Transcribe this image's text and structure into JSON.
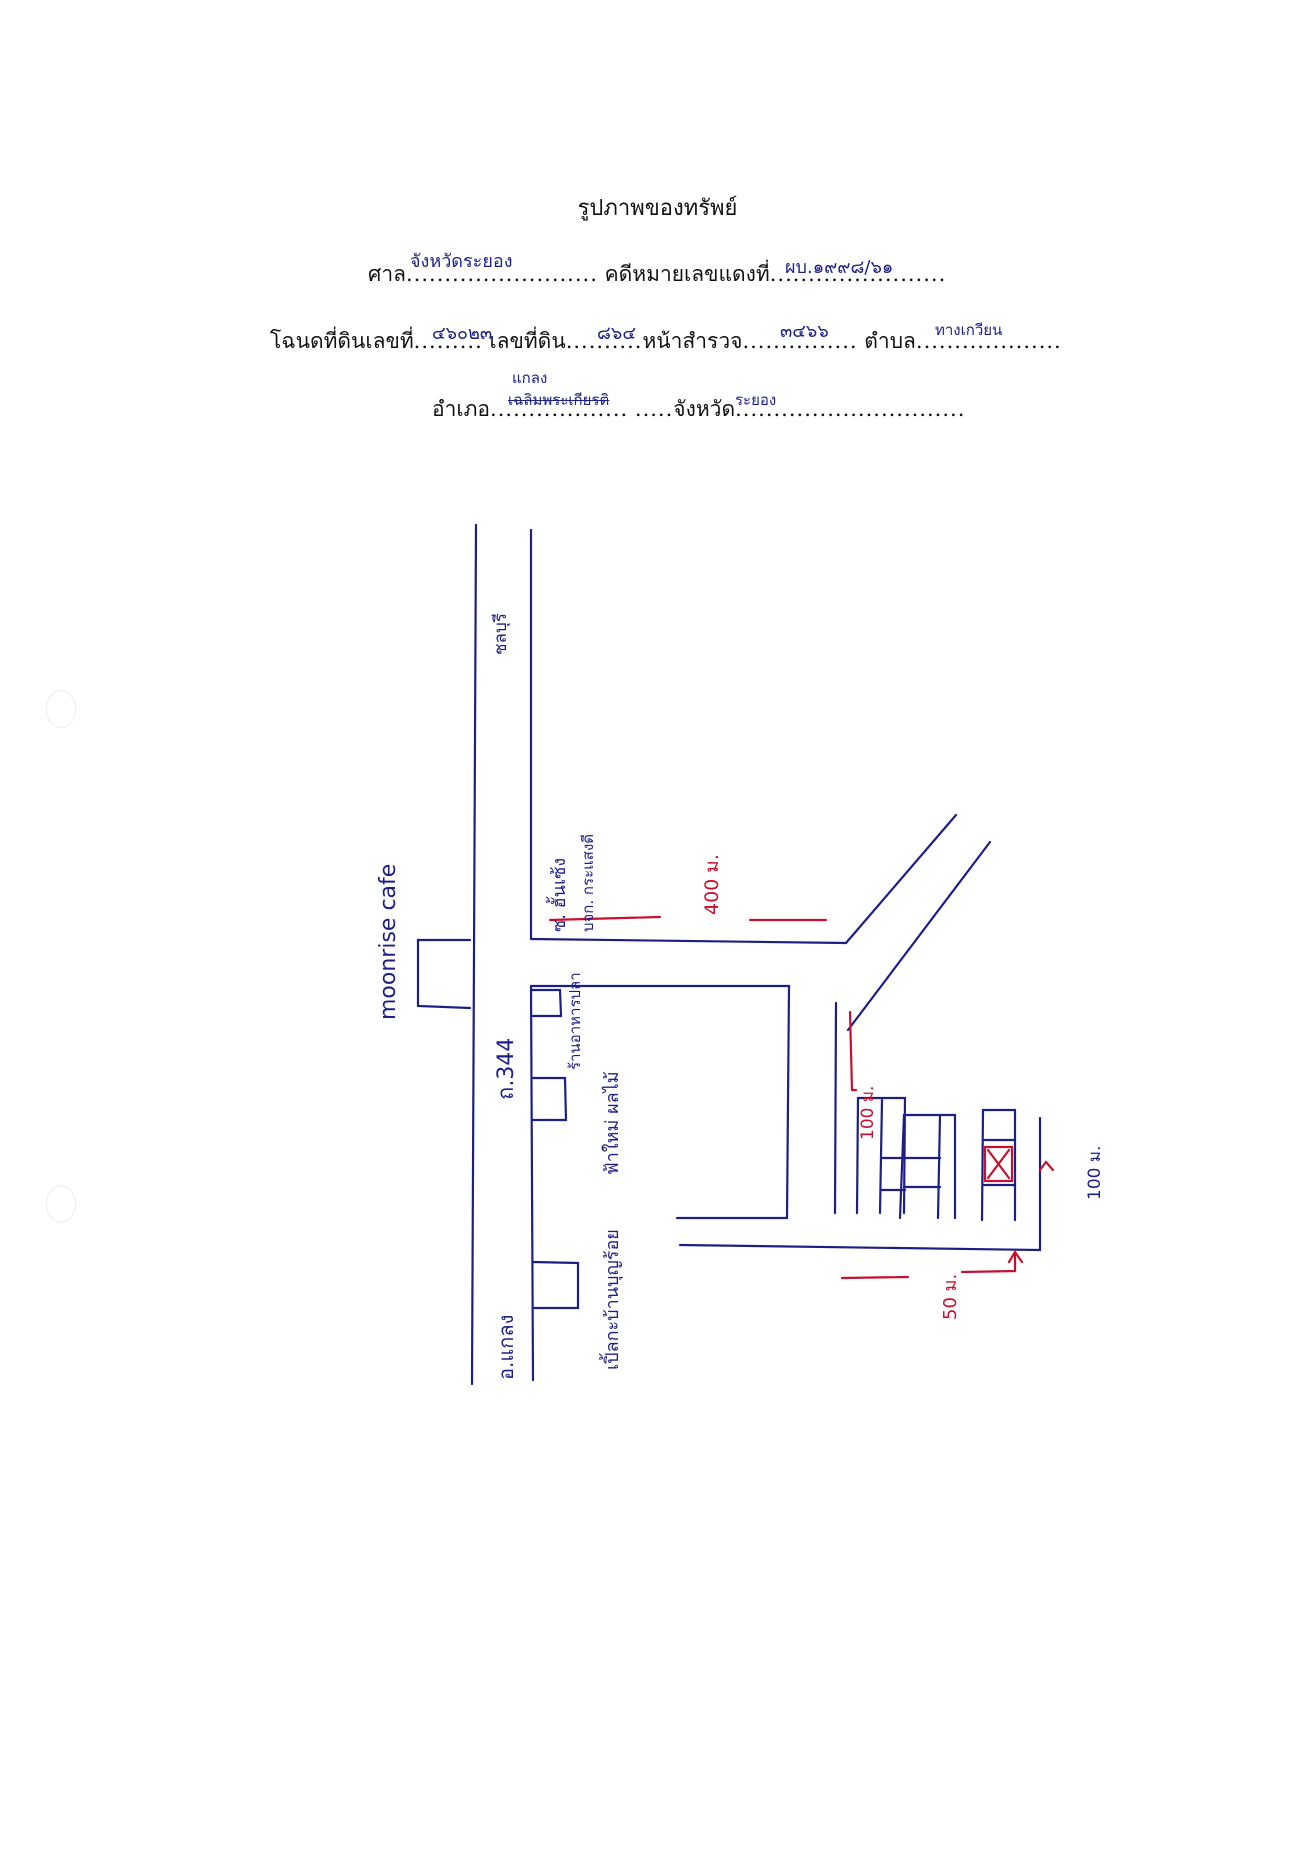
{
  "header": {
    "title": "รูปภาพของทรัพย์"
  },
  "form": {
    "court_label": "ศาล",
    "court_value": "จังหวัดระยอง",
    "case_label": "คดีหมายเลขแดงที่",
    "case_value": "ผบ.๑๙๙๘/๖๑",
    "deed_label": "โฉนดที่ดินเลขที่",
    "deed_value": "๔๖๐๒๓",
    "land_no_label": "เลขที่ดิน",
    "land_no_value": "๘๖๔",
    "survey_label": "หน้าสำรวจ",
    "survey_value": "๓๔๖๖",
    "subdistrict_label": "ตำบล",
    "subdistrict_value": "ทางเกวียน",
    "district_label": "อำเภอ",
    "district_value": "แกลง",
    "district_struck": "เฉลิมพระเกียรติ",
    "province_label": "จังหวัด",
    "province_value": "ระยอง"
  },
  "map": {
    "road_main": "ถ.344",
    "place_north": "ชลบุรี",
    "place_south": "อ.แกลง",
    "cafe": "moonrise cafe",
    "soi": "ซ. ฮั้นเซ้ง",
    "company": "บจก. กระแสงดี",
    "shop_1": "ร้านอาหารปลา",
    "shop_2": "ฟ้าใหม่ ผลไม้",
    "shop_3": "เปิ้ลกะบ้านบุญร้อย",
    "dist_1": "400 ม.",
    "dist_2": "100 ม.",
    "dist_3": "50 ม.",
    "dist_4": "100 ม."
  },
  "colors": {
    "ink_blue": "#1c1f86",
    "ink_red": "#c8102e"
  }
}
